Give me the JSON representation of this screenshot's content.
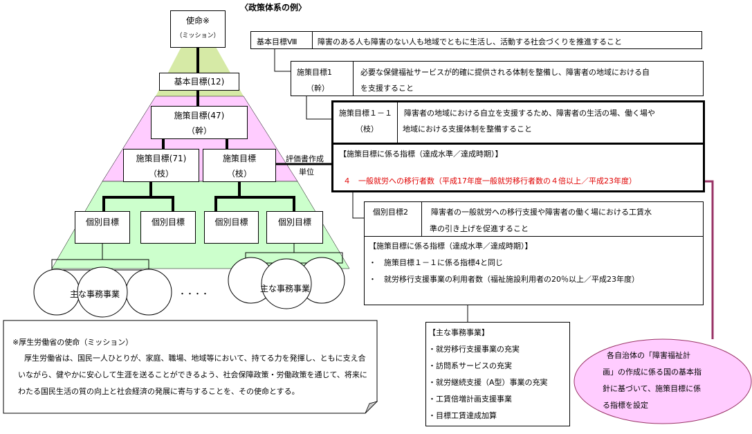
{
  "title": "〈政策体系の例〉",
  "pyramid": {
    "mission": {
      "label": "使命※",
      "sub": "（ミッション）"
    },
    "basic_goals": "基本目標(12)",
    "policy_goals_trunk": {
      "label": "施策目標(47)",
      "sub": "（幹）"
    },
    "policy_goals_branch_a": {
      "label": "施策目標(71)",
      "sub": "（枝）"
    },
    "policy_goals_branch_b": {
      "label": "施策目標",
      "sub": "（枝）"
    },
    "individual_goals": [
      "個別目標",
      "個別目標",
      "個別目標",
      "個別目標"
    ],
    "main_projects_left": "主な事務事業",
    "main_projects_right": "主な事務事業",
    "ellipsis": "・・・・"
  },
  "evaluation_unit": {
    "line1": "評価書作成",
    "line2": "単位"
  },
  "basic_goal_8": {
    "label": "基本目標Ⅷ",
    "text": "障害のある人も障害のない人も地域でともに生活し、活動する社会づくりを推進すること"
  },
  "policy_goal_1": {
    "label": "施策目標1",
    "sub": "（幹）",
    "text1": "必要な保健福祉サービスが的確に提供される体制を整備し、障害者の地域における自",
    "text2": "を支援すること"
  },
  "policy_goal_1_1": {
    "label": "施策目標１－１",
    "sub": "（枝）",
    "text1": "障害者の地域における自立を支援するため、障害者の生活の場、働く場や",
    "text2": "地域における支援体制を整備すること",
    "indicator_header": "【施策目標に係る指標（達成水準／達成時期）】",
    "indicator": "４　一般就労への移行者数（平成17年度一般就労移行者数の４倍以上／平成23年度）"
  },
  "individual_goal_2": {
    "label": "個別目標2",
    "text1": "障害者の一般就労への移行支援や障害者の働く場における工賃水",
    "text2": "準の引き上げを促進すること",
    "indicator_header": "【施策目標に係る指標（達成水準／達成時期）】",
    "bullets": [
      "・　施策目標１－１に係る指標4と同じ",
      "・　就労移行支援事業の利用者数（福祉施設利用者の20％以上／平成23年度）"
    ]
  },
  "main_projects": {
    "header": "【主な事務事業】",
    "items": [
      "・就労移行支援事業の充実",
      "・訪問系サービスの充実",
      "・就労継続支援（A型）事業の充実",
      "・工賃倍増計画支援事業",
      "・目標工賃達成加算"
    ]
  },
  "mission_note": {
    "title": "※厚生労働省の使命（ミッション）",
    "lines": [
      "　厚生労働省は、国民一人ひとりが、家庭、職場、地域等において、持てる力を発揮し、ともに支え合",
      "いながら、健やかに安心して生涯を送ることができるよう、社会保障政策・労働政策を通じて、将来に",
      "わたる国民生活の質の向上と社会経済の発展に寄与することを、その使命とする。"
    ]
  },
  "callout": {
    "lines": [
      "　各自治体の「障害福祉計",
      "画」の作成に係る国の基本指",
      "針に基づいて、施策目標に係",
      "る指標を設定"
    ]
  },
  "colors": {
    "pink": "#ffccff",
    "olive": "#d6eaa6",
    "green": "#ccffcc",
    "red": "#e00000",
    "purple": "#993366"
  }
}
